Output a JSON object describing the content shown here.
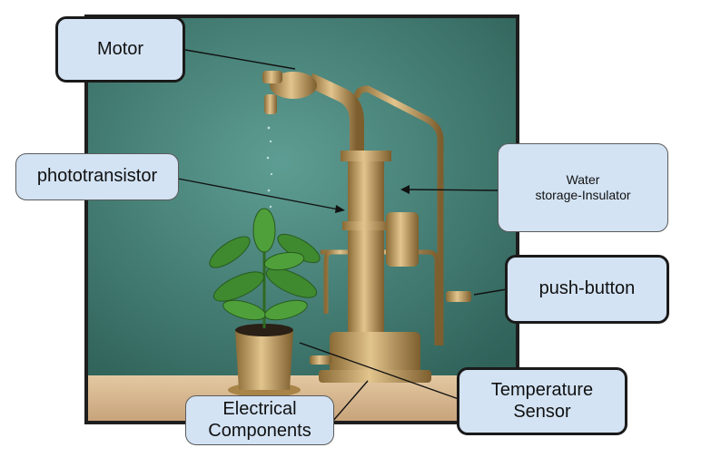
{
  "labels": {
    "motor": "Motor",
    "phototransistor": "phototransistor",
    "water_storage": "Water\nstorage-Insulator",
    "push_button": "push-button",
    "temperature_sensor": "Temperature\nSensor",
    "electrical_components": "Electrical\nComponents"
  },
  "colors": {
    "label_fill": "#d3e3f4",
    "label_border": "#1a1a1a",
    "wall": "#3f7a70",
    "brass": "#c29a5a",
    "table": "#d9b98f",
    "plant": "#3f8a2f"
  }
}
